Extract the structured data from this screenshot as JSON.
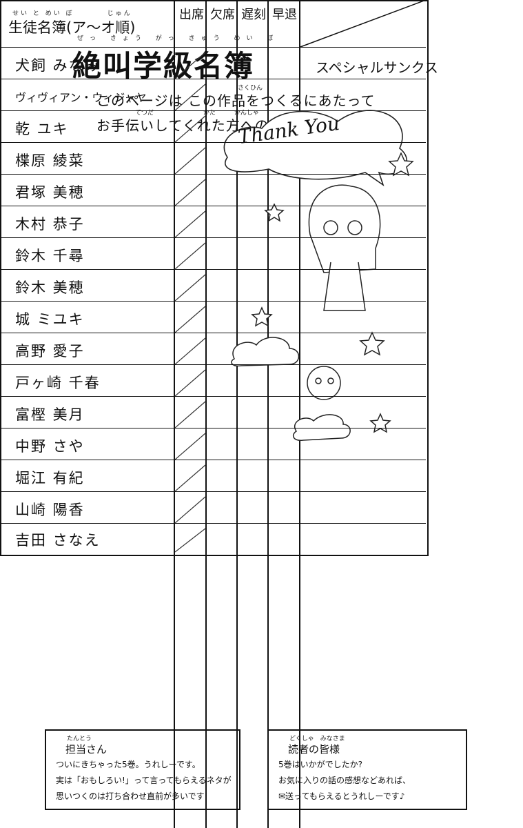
{
  "header": {
    "title_ruby": "ぜっ きょう がっ きゅう めい ぼ",
    "title": "絶叫学級名簿",
    "subtitle": "スペシャルサンクス",
    "intro_line1_ruby": "さくひん",
    "intro_line1": "このページは この作品をつくるにあたって",
    "intro_line2_ruby": "てつだ　　　　　　　　かた　　　かんしゃ",
    "intro_line2": "お手伝いしてくれた方への感謝のページです。"
  },
  "roster": {
    "header_ruby": "せい と めい ぼ　　　　じゅん",
    "header_label": "生徒名簿(ア～オ順)",
    "columns": [
      "出席",
      "欠席",
      "遅刻",
      "早退"
    ],
    "students": [
      "犬飼 みなみ",
      "ヴィヴィアン・ウィジャヤ",
      "乾 ユキ",
      "楪原 綾菜",
      "君塚 美穂",
      "木村 恭子",
      "鈴木 千尋",
      "鈴木 美穂",
      "城 ミユキ",
      "高野 愛子",
      "戸ヶ崎 千春",
      "富樫 美月",
      "中野 さや",
      "堀江 有紀",
      "山崎 陽香",
      "吉田 さなえ"
    ],
    "doodle_text": "Thank You"
  },
  "notes": {
    "editor": {
      "label_ruby": "たんとう",
      "label": "担当さん",
      "lines": [
        "ついにきちゃった5巻。うれしーです。",
        "実は「おもしろい!」って言ってもらえるネタが",
        "思いつくのは打ち合わせ直前が多いです!"
      ]
    },
    "readers": {
      "label_ruby": "どくしゃ　みなさま",
      "label": "読者の皆様",
      "lines": [
        "5巻はいかがでしたか?",
        "お気に入りの話の感想などあれば、",
        "✉送ってもらえるとうれしーです♪"
      ]
    }
  }
}
